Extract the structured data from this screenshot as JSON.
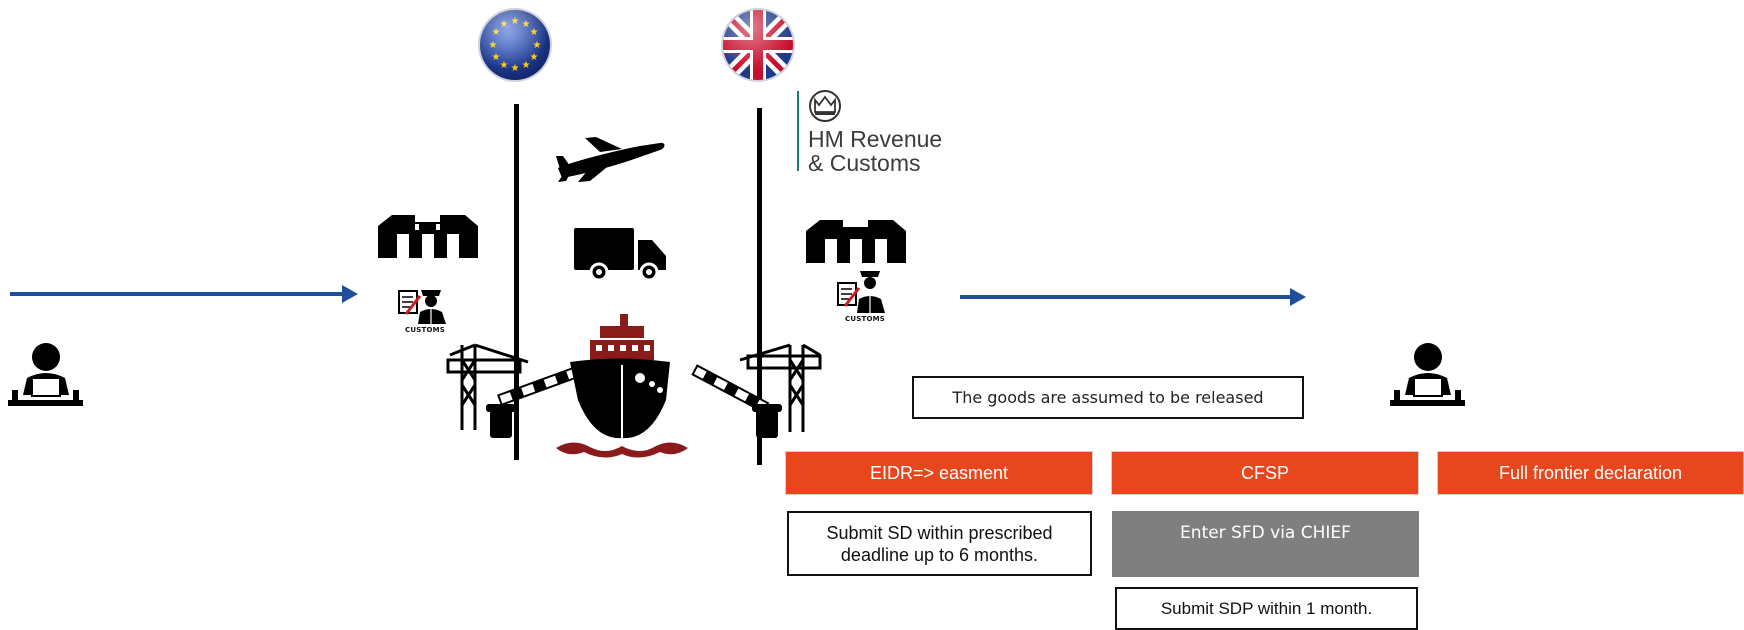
{
  "hmrc": {
    "name": "HM Revenue\n& Customs"
  },
  "customs_label": "CUSTOMS",
  "boxes": {
    "released": "The goods are assumed to be released",
    "eidr": "EIDR=> easment",
    "cfsp": "CFSP",
    "full_frontier": "Full frontier declaration",
    "submit_sd": "Submit SD within prescribed deadline up to 6 months.",
    "enter_sfd": "Enter SFD via CHIEF",
    "submit_sdp": "Submit SDP within 1 month."
  },
  "colors": {
    "arrow": "#1f4e9c",
    "orange": "#e8471e",
    "grey": "#7f7f7f",
    "ship_red": "#8b1a1a",
    "eu_blue": "#1f3f9c",
    "star": "#ffcc00"
  }
}
